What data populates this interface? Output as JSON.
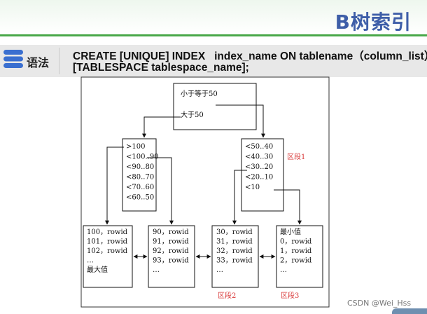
{
  "header": {
    "title": "B树索引",
    "title_color": "#3e5ea8",
    "rule_color": "#4aa84a"
  },
  "syntax": {
    "icon": "list-icon",
    "label": "语法",
    "line1": "CREATE [UNIQUE] INDEX   index_name ON tablename（column_list）",
    "line2": "[TABLESPACE tablespace_name];"
  },
  "tree": {
    "root": {
      "line1": "小于等于50",
      "line2": "大于50"
    },
    "branch_left": [
      ">100",
      "<100..90",
      "<90..80",
      "<80..70",
      "<70..60",
      "<60..50"
    ],
    "branch_right": [
      "<50..40",
      "<40..30",
      "<30..20",
      "<20..10",
      "<10"
    ],
    "branch_right_segment": "区段1",
    "leaves": [
      {
        "lines": [
          "100，rowid",
          "101，rowid",
          "102，rowid",
          "…",
          "最大值"
        ],
        "segment": ""
      },
      {
        "lines": [
          "90，rowid",
          "91，rowid",
          "92，rowid",
          "93，rowid",
          "…"
        ],
        "segment": ""
      },
      {
        "lines": [
          "30，rowid",
          "31，rowid",
          "32，rowid",
          "33，rowid",
          "…"
        ],
        "segment": "区段2"
      },
      {
        "lines": [
          "最小值",
          "0，rowid",
          "1，rowid",
          "2，rowid",
          "…"
        ],
        "segment": "区段3"
      }
    ],
    "segment_color": "#d93a3a"
  },
  "watermark": "CSDN @Wei_Hss"
}
